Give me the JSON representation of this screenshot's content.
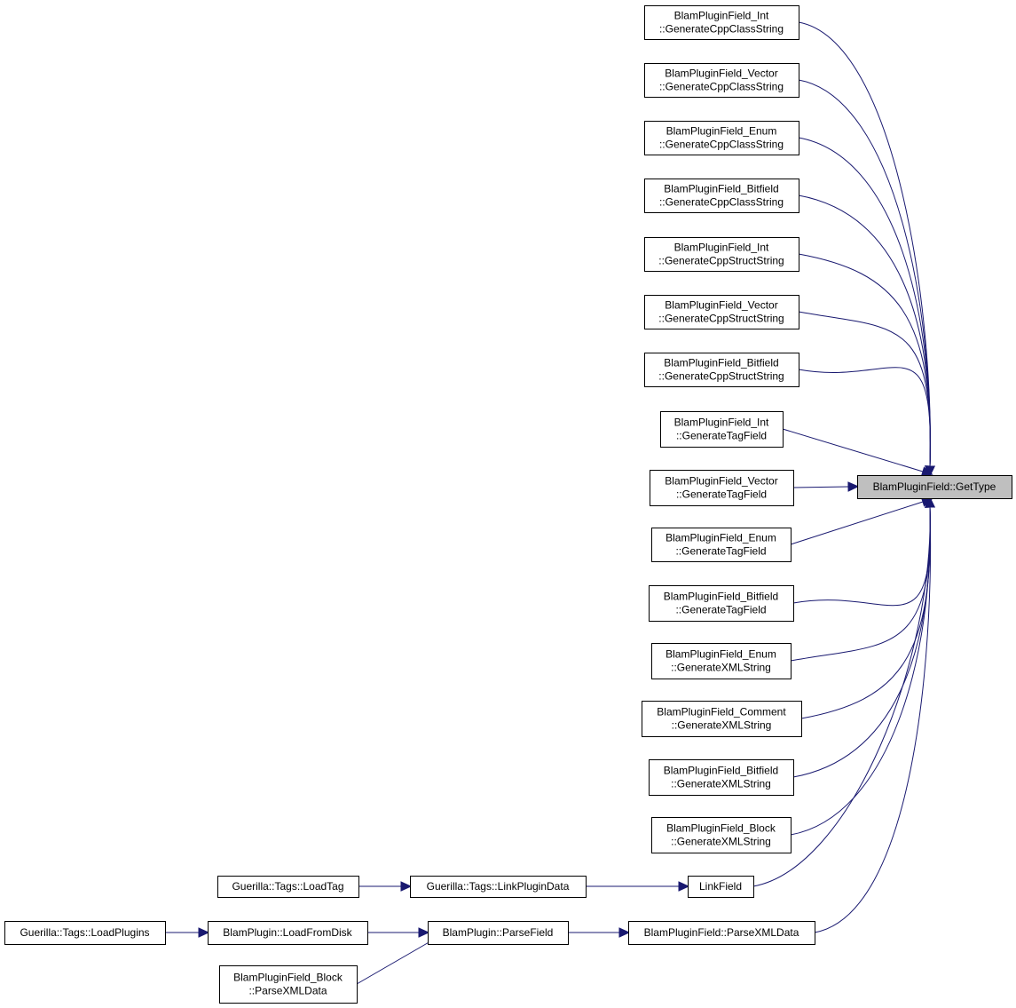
{
  "colors": {
    "edge": "#191970",
    "focus_fill": "#bfbfbf",
    "node_fill": "#ffffff",
    "node_border": "#000000"
  },
  "focus_node": "BlamPluginField::GetType",
  "nodes": [
    {
      "id": "gettype",
      "lines": [
        "BlamPluginField::GetType"
      ],
      "focus": true
    },
    {
      "id": "int_class",
      "lines": [
        "BlamPluginField_Int",
        "::GenerateCppClassString"
      ]
    },
    {
      "id": "vec_class",
      "lines": [
        "BlamPluginField_Vector",
        "::GenerateCppClassString"
      ]
    },
    {
      "id": "enum_class",
      "lines": [
        "BlamPluginField_Enum",
        "::GenerateCppClassString"
      ]
    },
    {
      "id": "bit_class",
      "lines": [
        "BlamPluginField_Bitfield",
        "::GenerateCppClassString"
      ]
    },
    {
      "id": "int_struct",
      "lines": [
        "BlamPluginField_Int",
        "::GenerateCppStructString"
      ]
    },
    {
      "id": "vec_struct",
      "lines": [
        "BlamPluginField_Vector",
        "::GenerateCppStructString"
      ]
    },
    {
      "id": "bit_struct",
      "lines": [
        "BlamPluginField_Bitfield",
        "::GenerateCppStructString"
      ]
    },
    {
      "id": "int_tag",
      "lines": [
        "BlamPluginField_Int",
        "::GenerateTagField"
      ]
    },
    {
      "id": "vec_tag",
      "lines": [
        "BlamPluginField_Vector",
        "::GenerateTagField"
      ]
    },
    {
      "id": "enum_tag",
      "lines": [
        "BlamPluginField_Enum",
        "::GenerateTagField"
      ]
    },
    {
      "id": "bit_tag",
      "lines": [
        "BlamPluginField_Bitfield",
        "::GenerateTagField"
      ]
    },
    {
      "id": "enum_xml",
      "lines": [
        "BlamPluginField_Enum",
        "::GenerateXMLString"
      ]
    },
    {
      "id": "comment_xml",
      "lines": [
        "BlamPluginField_Comment",
        "::GenerateXMLString"
      ]
    },
    {
      "id": "bit_xml",
      "lines": [
        "BlamPluginField_Bitfield",
        "::GenerateXMLString"
      ]
    },
    {
      "id": "block_xml",
      "lines": [
        "BlamPluginField_Block",
        "::GenerateXMLString"
      ]
    },
    {
      "id": "linkfield",
      "lines": [
        "LinkField"
      ]
    },
    {
      "id": "parsexml",
      "lines": [
        "BlamPluginField::ParseXMLData"
      ]
    },
    {
      "id": "linkplugindata",
      "lines": [
        "Guerilla::Tags::LinkPluginData"
      ]
    },
    {
      "id": "loadtag",
      "lines": [
        "Guerilla::Tags::LoadTag"
      ]
    },
    {
      "id": "parsefield",
      "lines": [
        "BlamPlugin::ParseField"
      ]
    },
    {
      "id": "loadfromdisk",
      "lines": [
        "BlamPlugin::LoadFromDisk"
      ]
    },
    {
      "id": "loadplugins",
      "lines": [
        "Guerilla::Tags::LoadPlugins"
      ]
    },
    {
      "id": "block_parse",
      "lines": [
        "BlamPluginField_Block",
        "::ParseXMLData"
      ]
    }
  ],
  "edges": [
    {
      "from": "int_class",
      "to": "gettype"
    },
    {
      "from": "vec_class",
      "to": "gettype"
    },
    {
      "from": "enum_class",
      "to": "gettype"
    },
    {
      "from": "bit_class",
      "to": "gettype"
    },
    {
      "from": "int_struct",
      "to": "gettype"
    },
    {
      "from": "vec_struct",
      "to": "gettype"
    },
    {
      "from": "bit_struct",
      "to": "gettype"
    },
    {
      "from": "int_tag",
      "to": "gettype"
    },
    {
      "from": "vec_tag",
      "to": "gettype"
    },
    {
      "from": "enum_tag",
      "to": "gettype"
    },
    {
      "from": "bit_tag",
      "to": "gettype"
    },
    {
      "from": "enum_xml",
      "to": "gettype"
    },
    {
      "from": "comment_xml",
      "to": "gettype"
    },
    {
      "from": "bit_xml",
      "to": "gettype"
    },
    {
      "from": "block_xml",
      "to": "gettype"
    },
    {
      "from": "linkfield",
      "to": "gettype"
    },
    {
      "from": "parsexml",
      "to": "gettype"
    },
    {
      "from": "linkplugindata",
      "to": "linkfield"
    },
    {
      "from": "loadtag",
      "to": "linkplugindata"
    },
    {
      "from": "parsefield",
      "to": "parsexml"
    },
    {
      "from": "loadfromdisk",
      "to": "parsefield"
    },
    {
      "from": "loadplugins",
      "to": "loadfromdisk"
    },
    {
      "from": "block_parse",
      "to": "parsefield"
    }
  ]
}
